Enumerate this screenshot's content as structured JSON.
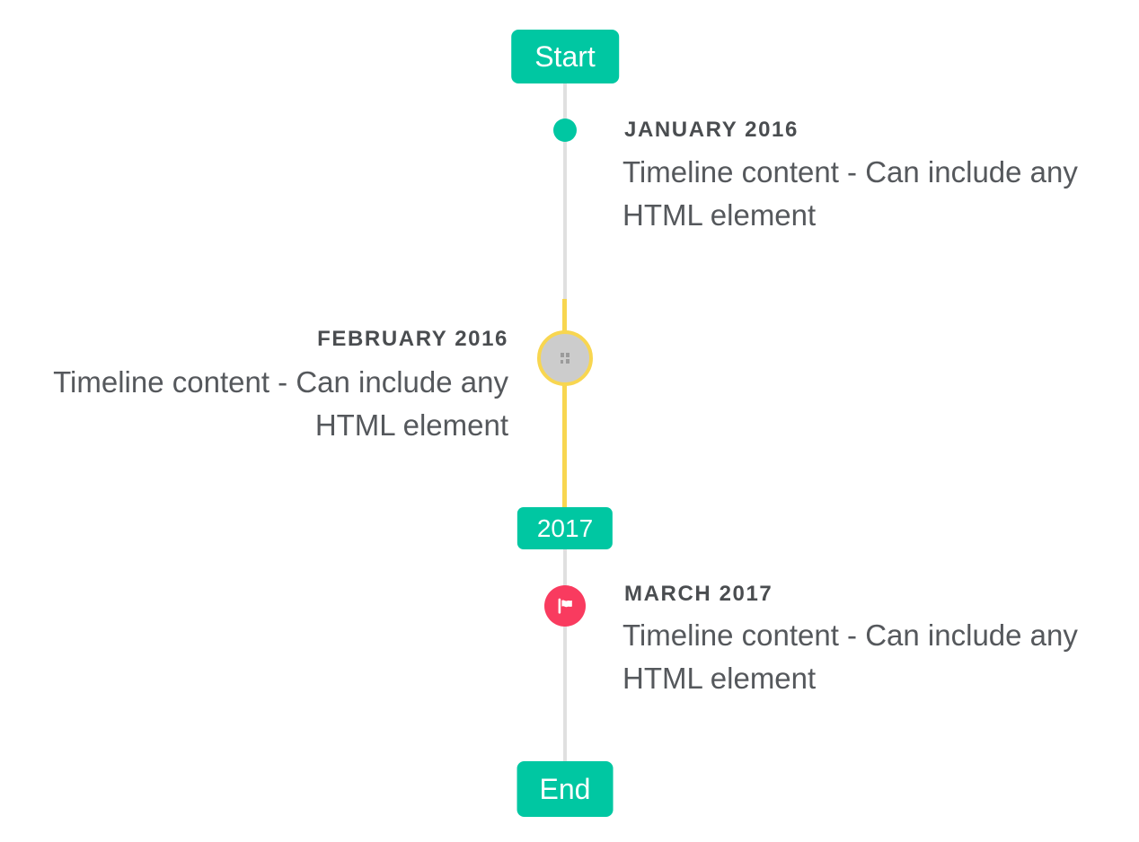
{
  "page": {
    "background_color": "#ffffff"
  },
  "colors": {
    "accent_teal": "#00c7a2",
    "highlight_yellow": "#f8d650",
    "flag_red": "#f93b5f",
    "line_gray": "#e0e0e0",
    "marker_gray": "#cccccc",
    "broken_icon_gray": "#9b9b9b",
    "label_text": "#4a4d50",
    "content_text": "#55585c",
    "badge_text": "#ffffff"
  },
  "badges": {
    "start": "Start",
    "middle": "2017",
    "end": "End"
  },
  "items": [
    {
      "label": "JANUARY 2016",
      "content": "Timeline content - Can include any HTML element",
      "side": "right",
      "marker": "teal-dot"
    },
    {
      "label": "FEBRUARY 2016",
      "content": "Timeline content - Can include any HTML element",
      "side": "left",
      "marker": "broken-image-circle-yellow-ring"
    },
    {
      "label": "MARCH 2017",
      "content": "Timeline content - Can include any HTML element",
      "side": "right",
      "marker": "red-flag"
    }
  ],
  "icons": {
    "flag": "flag-icon",
    "broken_image": "broken-image-icon"
  }
}
